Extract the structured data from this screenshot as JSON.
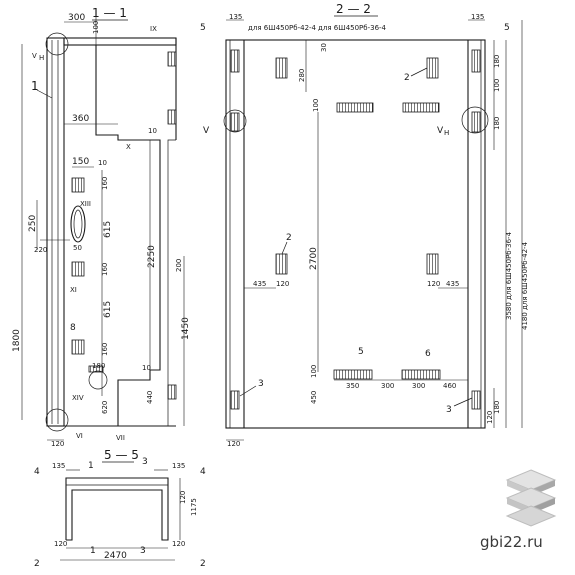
{
  "section_1": {
    "title": "1 — 1",
    "marks": [
      "IX",
      "X",
      "XIII",
      "XI",
      "XIV",
      "VI",
      "VII"
    ],
    "node_vn": "V",
    "node_vn_sub": "H",
    "pos_1": "1",
    "pos_8": "8",
    "dims": {
      "d300": "300",
      "d100": "100",
      "d360": "360",
      "d10a": "10",
      "d10b": "10",
      "d10c": "10",
      "d150": "150",
      "d160a": "160",
      "d615a": "615",
      "d160b": "160",
      "d615b": "615",
      "d160c": "160",
      "d180": "180",
      "d620": "620",
      "d440": "440",
      "d2250": "2250",
      "d1450": "1450",
      "d250": "250",
      "d220": "220",
      "d50": "50",
      "d1800": "1800",
      "d120": "120"
    }
  },
  "section_2": {
    "title": "2 — 2",
    "marks": [
      "5",
      "5"
    ],
    "note_left": "для 6Ш450Рб-42-4",
    "note_right": "для 6Ш450Рб-36-4",
    "node_v": "V",
    "node_vn": "V",
    "node_vn_sub": "H",
    "pos_2a": "2",
    "pos_2b": "2",
    "pos_3a": "3",
    "pos_3b": "3",
    "pos_5": "5",
    "pos_6": "6",
    "dims": {
      "d135a": "135",
      "d135b": "135",
      "d30": "30",
      "d280": "280",
      "d180a": "180",
      "d100a": "100",
      "d180b": "180",
      "d100b": "100",
      "d2700": "2700",
      "d200": "200",
      "d435a": "435",
      "d120a": "120",
      "d120b": "120",
      "d435b": "435",
      "d100c": "100",
      "d350": "350",
      "d300a": "300",
      "d300b": "300",
      "d460": "460",
      "d450": "450",
      "d180c": "180",
      "d120c": "120",
      "d120d": "120",
      "d3580": "3580 для 6Ш450Рб-36-4",
      "d4180": "4180 для 6Ш450Рб-42-4"
    }
  },
  "section_5": {
    "title": "5 — 5",
    "marks": [
      "1",
      "3",
      "4",
      "4",
      "2",
      "2"
    ],
    "dims": {
      "d135a": "135",
      "d135b": "135",
      "d120a": "120",
      "d1175": "1175",
      "d120b": "120",
      "d120c": "120",
      "d2470": "2470"
    }
  },
  "watermark": {
    "site": "gbi22.ru",
    "logo_icon": "stacked-slabs-icon"
  }
}
